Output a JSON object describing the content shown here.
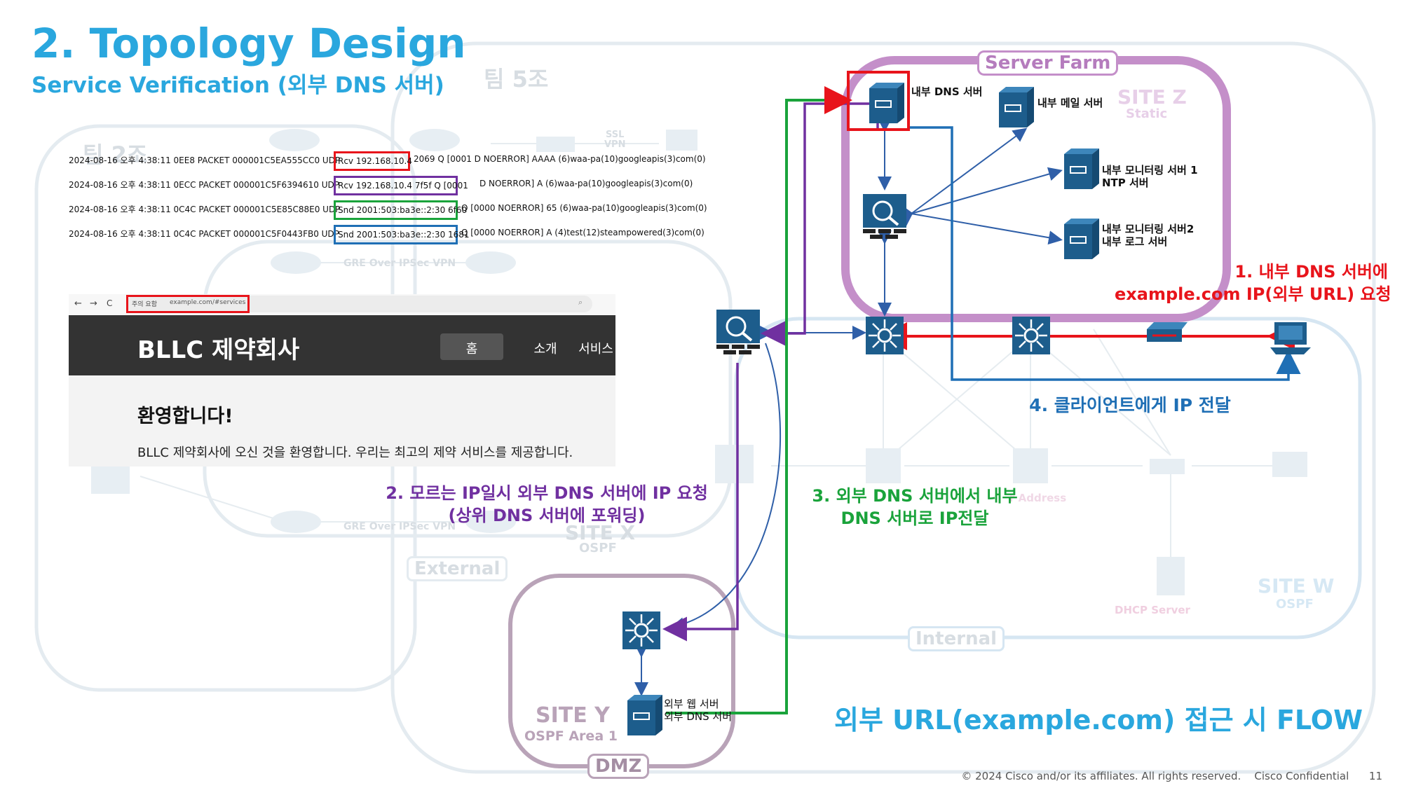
{
  "slide": {
    "title": "2. Topology Design",
    "subtitle": "Service Verification (외부 DNS 서버)",
    "page_number": "11",
    "copyright": "© 2024  Cisco and/or its affiliates. All rights reserved.",
    "confidential": "Cisco Confidential"
  },
  "background_labels": {
    "team5": "팀 5조",
    "team2": "팀 2조",
    "ssl_vpn": "SSL\nVPN",
    "gre_top": "GRE Over IPSec VPN",
    "gre_bottom": "GRE Over IPSec VPN",
    "external": "External",
    "internal": "Internal",
    "site_x": "SITE X",
    "site_x_proto": "OSPF",
    "site_z": "SITE Z",
    "site_z_proto": "Static",
    "site_w": "SITE W",
    "site_w_proto": "OSPF",
    "dhcp_server": "DHCP Server",
    "address_label": "r Address"
  },
  "log": {
    "lines": [
      {
        "prefix": "2024-08-16 오후 4:38:11 0EE8 PACKET  000001C5EA555CC0 UDP",
        "highlight": "Rcv 192.168.10.4",
        "suffix": "2069   Q [0001    D    NOERROR] AAAA   (6)waa-pa(10)googleapis(3)com(0)",
        "color": "#e8141b"
      },
      {
        "prefix": "2024-08-16 오후 4:38:11 0ECC PACKET  000001C5F6394610 UDP",
        "highlight": "Rcv 192.168.10.4      7f5f    Q [0001",
        "suffix": "D    NOERROR] A       (6)waa-pa(10)googleapis(3)com(0)",
        "color": "#7030a0"
      },
      {
        "prefix": "2024-08-16 오후 4:38:11 0C4C PACKET  000001C5E85C88E0 UDP",
        "highlight": "Snd 2001:503:ba3e::2:30 6f60",
        "suffix": "Q [0000          NOERROR] 65      (6)waa-pa(10)googleapis(3)com(0)",
        "color": "#1aa33b"
      },
      {
        "prefix": "2024-08-16 오후 4:38:11 0C4C PACKET  000001C5F0443FB0 UDP",
        "highlight": "Snd 2001:503:ba3e::2:30 1681",
        "suffix": "Q [0000          NOERROR] A       (4)test(12)steampowered(3)com(0)",
        "color": "#1f6fb5"
      }
    ]
  },
  "browser": {
    "nav_back": "←",
    "nav_forward": "→",
    "nav_reload": "C",
    "url_warning": "주의 요함",
    "url": "example.com/#services",
    "brand": "BLLC 제약회사",
    "menu": [
      "홈",
      "소개",
      "서비스"
    ],
    "heading": "환영합니다!",
    "body": "BLLC 제약회사에 오신 것을 환영합니다. 우리는 최고의 제약 서비스를 제공합니다."
  },
  "zones": {
    "server_farm": "Server Farm",
    "dmz": "DMZ",
    "site_y": "SITE Y",
    "site_y_proto": "OSPF Area 1"
  },
  "devices": {
    "internal_dns": "내부 DNS 서버",
    "internal_mail": "내부 메일 서버",
    "monitor1": "내부 모니터링 서버 1\nNTP 서버",
    "monitor2": "내부 모니터링 서버2\n내부 로그 서버",
    "external_web": "외부 웹 서버\n외부 DNS 서버"
  },
  "steps": {
    "step1": "1. 내부 DNS 서버에\nexample.com IP(외부 URL) 요청",
    "step2": "2. 모르는 IP일시 외부 DNS 서버에 IP 요청\n(상위 DNS 서버에 포워딩)",
    "step3": "3. 외부 DNS 서버에서 내부\nDNS 서버로 IP전달",
    "step4": "4. 클라이언트에게 IP 전달",
    "flow_caption": "외부  URL(example.com) 접근 시 FLOW"
  },
  "colors": {
    "title": "#2aa7de",
    "step1": "#e8141b",
    "step2": "#7030a0",
    "step3": "#1aa33b",
    "step4": "#1f6fb5",
    "server_farm": "#c48fc9",
    "dmz": "#b9a3b8",
    "device": "#1d5d8c"
  }
}
